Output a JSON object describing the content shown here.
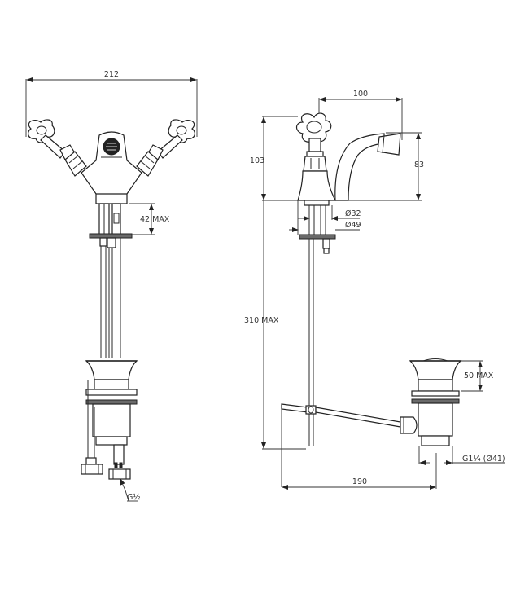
{
  "drawing": {
    "title": "Bidet mixer with pop-up waste - technical dimension drawing",
    "views": [
      "front-view",
      "side-view"
    ]
  },
  "dimensions": {
    "overall_width": "212",
    "deck_thickness_front": "42 MAX",
    "spout_reach": "100",
    "body_height": "103",
    "spout_height": "83",
    "shank_diameter": "Ø32",
    "flange_diameter": "Ø49",
    "total_depth": "310 MAX",
    "waste_deck_thickness": "50 MAX",
    "waste_thread": "G1¼ (Ø41)",
    "waste_offset": "190",
    "inlet_thread": "G½"
  },
  "colors": {
    "line": "#222222",
    "background": "#ffffff",
    "dimension_text": "#333333"
  }
}
